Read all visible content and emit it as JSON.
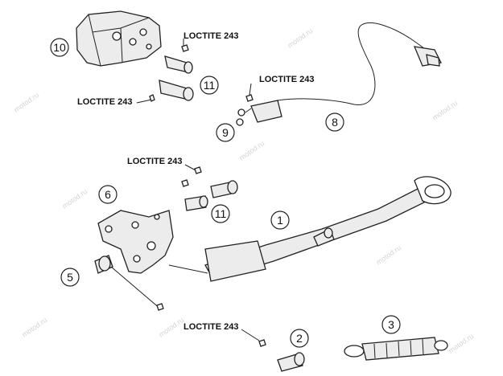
{
  "watermark": "motod.ru",
  "loctite": "LOCTITE 243",
  "callouts": {
    "c1": "1",
    "c2": "2",
    "c3": "3",
    "c5": "5",
    "c6": "6",
    "c8": "8",
    "c9": "9",
    "c10": "10",
    "c11a": "11",
    "c11b": "11"
  }
}
